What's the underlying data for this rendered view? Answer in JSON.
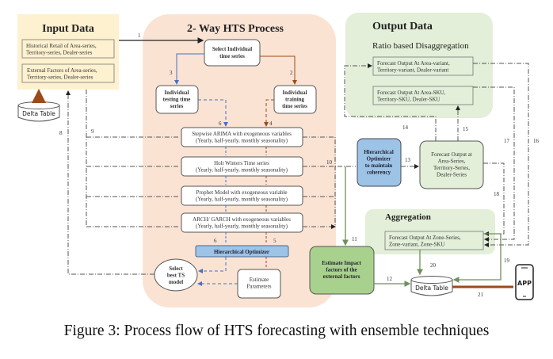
{
  "panels": {
    "input": {
      "title": "Input Data",
      "box1": [
        "Historical Retail of Area-series,",
        "Territory-series, Dealer-series"
      ],
      "box2": [
        "External Factors of Area-series,",
        "Territory-series, Dealer-series"
      ],
      "delta": "Delta Table"
    },
    "hts": {
      "title": "2- Way HTS Process"
    },
    "output": {
      "title": "Output Data",
      "subtitle": "Ratio based Disaggregation",
      "box1": [
        "Forecast Output At Area-variant,",
        "Territory-variant, Dealer-variant"
      ],
      "box2": [
        "Forecast Output At Area-SKU,",
        "Territory-SKU, Dealer-SKU"
      ]
    },
    "aggregation": {
      "title": "Aggregation",
      "box": [
        "Forecast Output At Zone-Series,",
        "Zone-variant,  Zone-SKU"
      ]
    }
  },
  "nodes": {
    "select": [
      "Select Individual",
      "time series"
    ],
    "testing": [
      "Individual",
      "testing time",
      "series"
    ],
    "training": [
      "Individual",
      "training",
      "time series"
    ],
    "arima": [
      "Stepwise ARIMA with exogeneous variables",
      "(Yearly, half-yearly, monthly seasonality)"
    ],
    "holt": [
      "Holt Winters Time series",
      "(Yearly, half-yearly, monthly seasonality)"
    ],
    "prophet": [
      "Prophet Model with exogeneous variable",
      "(Yearly, half-yearly, monthly seasonality)"
    ],
    "arch": [
      "ARCH/ GARCH with exogeneous variables",
      "(Yearly, half-yearly, monthly seasonality)"
    ],
    "hier_opt": "Hierarchical Optimizer",
    "best": [
      "Select",
      "best TS",
      "model"
    ],
    "estimate": [
      "Estimate",
      "Parameters"
    ],
    "hier_coh": [
      "Hierarchical",
      "Optimizer",
      "to maintain",
      "coherency"
    ],
    "forecast_series": [
      "Forecast Output at",
      "Area-Series,",
      "Territory-Series,",
      "Dealer-Series"
    ],
    "impact": [
      "Estimate Impact",
      "factors of the",
      "external factors"
    ],
    "delta2": "Delta Table",
    "app": "APP"
  },
  "edge_labels": [
    "1",
    "2",
    "3",
    "4",
    "5",
    "6",
    "6",
    "8",
    "9",
    "10",
    "11",
    "12",
    "13",
    "14",
    "15",
    "16",
    "17",
    "18",
    "19",
    "20",
    "21"
  ],
  "colors": {
    "input_bg": "#fdf1d0",
    "hts_bg": "#fbe3d4",
    "output_bg": "#e3efd9",
    "blue_box": "#9dc3e6",
    "green_box": "#a9d18e",
    "brown": "#9c4a1a",
    "blue_line": "#4472c4",
    "green_line": "#6f8f5a"
  },
  "caption": "Figure 3: Process flow of HTS forecasting with ensemble techniques"
}
